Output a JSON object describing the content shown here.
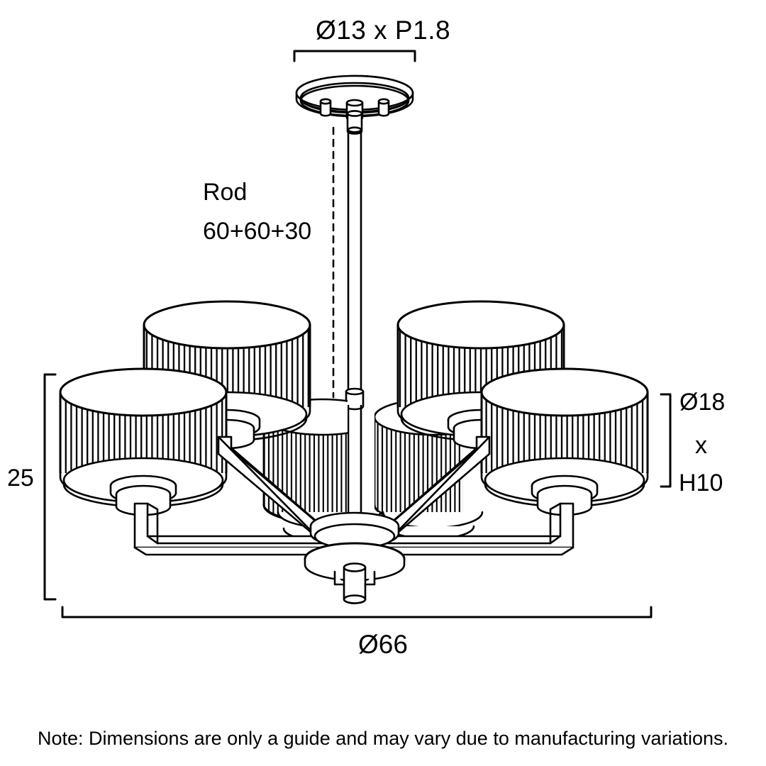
{
  "document": {
    "type": "technical-dimension-drawing",
    "subject": "5-light fluted-shade chandelier / semi-flush pendant",
    "background_color": "#ffffff",
    "line_color": "#000000"
  },
  "labels": {
    "thread": "Ø13 x P1.8",
    "rod_title": "Rod",
    "rod_lengths": "60+60+30",
    "shade_diameter": "Ø18",
    "shade_multiply": "x",
    "shade_height": "H10",
    "overall_height": "25",
    "overall_diameter": "Ø66",
    "note": "Note: Dimensions are only a guide and may vary due to manufacturing variations."
  },
  "dimensions": {
    "thread_diameter_mm": 13,
    "thread_pitch_mm": 1.8,
    "rod_segments_cm": [
      60,
      60,
      30
    ],
    "shade_diameter_cm": 18,
    "shade_height_cm": 10,
    "fixture_height_cm": 25,
    "fixture_diameter_cm": 66,
    "light_count": 5
  },
  "annotations": [
    {
      "name": "thread-bracket",
      "label": "Ø13 x P1.8",
      "orientation": "horizontal",
      "position": "top"
    },
    {
      "name": "rod-leader",
      "label": "Rod 60+60+30",
      "orientation": "vertical-dashed",
      "position": "center-left"
    },
    {
      "name": "shade-bracket",
      "label": "Ø18 x H10",
      "orientation": "vertical",
      "position": "right"
    },
    {
      "name": "height-bracket",
      "label": "25",
      "orientation": "vertical",
      "position": "left"
    },
    {
      "name": "diameter-bracket",
      "label": "Ø66",
      "orientation": "horizontal",
      "position": "bottom"
    }
  ]
}
